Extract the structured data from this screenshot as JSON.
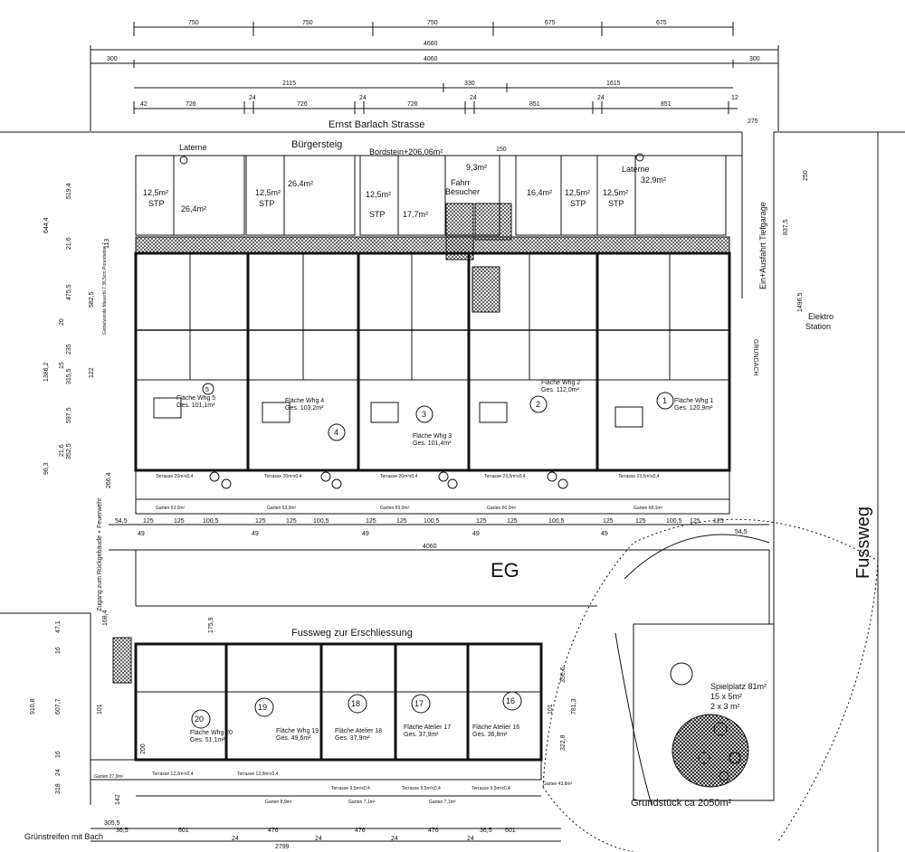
{
  "street": {
    "name": "Ernst Barlach Strasse",
    "sidewalk": "Bürgersteig",
    "curb": "Bordstein+206,06m²"
  },
  "lamps": [
    "Laterne",
    "Laterne"
  ],
  "parking": [
    {
      "area": "12,5m²",
      "type": "STP"
    },
    {
      "area": "26,4m²",
      "type": ""
    },
    {
      "area": "12,5m²",
      "type": "STP"
    },
    {
      "area": "26,4m²",
      "type": ""
    },
    {
      "area": "12,5m²",
      "type": "STP"
    },
    {
      "area": "17,7m²",
      "type": ""
    },
    {
      "area": "9,3m²",
      "type": ""
    },
    {
      "area": "Fahrr Besucher",
      "type": ""
    },
    {
      "area": "16,4m²",
      "type": ""
    },
    {
      "area": "12,5m²",
      "type": "STP"
    },
    {
      "area": "12,5m²",
      "type": "STP"
    },
    {
      "area": "32,9m²",
      "type": ""
    }
  ],
  "dims_top": {
    "row1": [
      "750",
      "750",
      "750",
      "675",
      "675"
    ],
    "row2": [
      "4660"
    ],
    "row3": [
      "300",
      "4060",
      "300"
    ],
    "row4": [
      "2115",
      "330",
      "1615"
    ],
    "row5": [
      "42",
      "726",
      "24",
      "726",
      "24",
      "726",
      "24",
      "851",
      "24",
      "851",
      "12"
    ],
    "right": [
      "275",
      "150",
      "250",
      "837,5",
      "1496,5"
    ]
  },
  "dims_left": [
    "644,4",
    "519,4",
    "113",
    "21,6",
    "475,5",
    "582,5",
    "20",
    "235",
    "1386,2",
    "15",
    "315,5",
    "122",
    "597,5",
    "21,6",
    "352,5",
    "96,3",
    "266,4"
  ],
  "wall_note": "Giebelwände Mauerbl.7 36,5cm Porenbeton 7",
  "garage": "Ein+Ausfahrt Tiefgarage",
  "station": "Elektro Station",
  "boundary": "GRUNDACH",
  "apartments": [
    {
      "num": "5",
      "label": "Fläche Whg 5",
      "area": "Ges. 101,1m²"
    },
    {
      "num": "4",
      "label": "Fläche Whg 4",
      "area": "Ges. 103,2m²"
    },
    {
      "num": "3",
      "label": "Fläche Whg 3",
      "area": "Ges. 101,4m²"
    },
    {
      "num": "2",
      "label": "Fläche Whg 2",
      "area": "Ges. 112,0m²"
    },
    {
      "num": "1",
      "label": "Fläche Whg 1",
      "area": "Ges. 120,9m²"
    }
  ],
  "terraces": [
    "Terrasse 20m²x0,4",
    "Terrasse 20m²x0,4",
    "Terrasse 20m²x0,4",
    "Terrasse 23,5m²x0,4",
    "Terrasse 23,5m²x0,4"
  ],
  "gardens_top": [
    "Garten 53,0m²",
    "Garten 53,0m²",
    "Garten 55,0m²",
    "Garten 60,0m²",
    "Garten 68,1m²"
  ],
  "mid_dims": [
    "54,5",
    "125",
    "125",
    "100,5",
    "125",
    "125",
    "100,5",
    "125",
    "125",
    "100,5",
    "125",
    "125",
    "100,5",
    "125",
    "125",
    "100,5",
    "125",
    "125",
    "54,5"
  ],
  "mid_total": "4060",
  "mid_tick": [
    "49",
    "49",
    "49",
    "49",
    "49"
  ],
  "floor": "EG",
  "access": "Zugang zum Rückgebäude + Feuerwehr",
  "footpath_inner": "Fussweg zur Erschliessung",
  "footpath": "Fussweg",
  "lower_units": [
    {
      "num": "20",
      "label": "Fläche Whg 20",
      "area": "Ges. 51,1m²"
    },
    {
      "num": "19",
      "label": "Fläche Whg 19",
      "area": "Ges. 49,6m²"
    },
    {
      "num": "18",
      "label": "Fläche Atelier 18",
      "area": "Ges. 37,9m²"
    },
    {
      "num": "17",
      "label": "Fläche Atelier 17",
      "area": "Ges. 37,9m²"
    },
    {
      "num": "16",
      "label": "Fläche Atelier 16",
      "area": "Ges. 36,8m²"
    }
  ],
  "lower_terraces": [
    "Terrasse 12,0m²x0,4",
    "Terrasse 12,0m²x0,4",
    "Terrasse 9,5m²x0,4",
    "Terrasse 9,5m²x0,4",
    "Terrasse 9,5m²x0,4"
  ],
  "lower_gardens": [
    "Garten 27,9m²",
    "Garten 8,9m²",
    "Garten 7,1m²",
    "Garten 7,1m²",
    "Garten 43,6m²"
  ],
  "playground": {
    "title": "Spielplatz 81m²",
    "l1": "15 x 5m²",
    "l2": "2 x 3 m²"
  },
  "plot": "Grundstück ca 2050m²",
  "stream": "Grünstreifen mit Bach",
  "bottom_dims": [
    "305,5",
    "36,5",
    "601",
    "24",
    "476",
    "24",
    "476",
    "24",
    "476",
    "24",
    "2799",
    "36,5",
    "601"
  ],
  "lower_left_dims": [
    "47,1",
    "168,4",
    "175,9",
    "16",
    "910,8",
    "607,7",
    "101",
    "16",
    "24",
    "318",
    "142",
    "200"
  ],
  "lower_right_dims": [
    "350,6",
    "781,3",
    "322,8",
    "101"
  ]
}
